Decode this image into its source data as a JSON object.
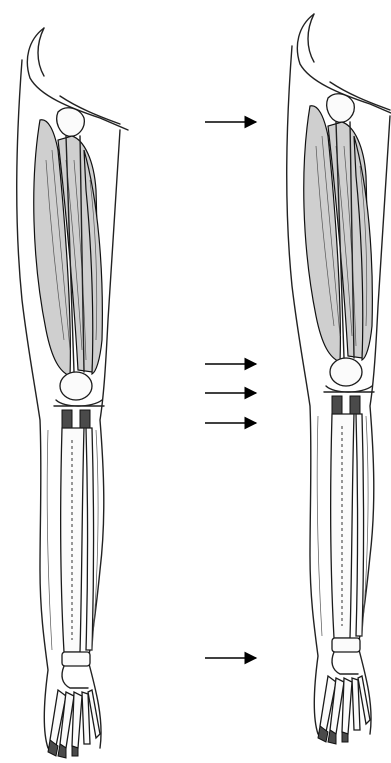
{
  "colors": {
    "background": "#ffffff",
    "ink": "#000000",
    "shading": "#cfcfcf"
  },
  "figures": [
    {
      "id": "leg-left",
      "depicts": "leg-anatomy-illustration"
    },
    {
      "id": "leg-right",
      "depicts": "leg-anatomy-illustration"
    }
  ],
  "arrows": [
    {
      "id": "arrow-hip"
    },
    {
      "id": "arrow-knee-upper"
    },
    {
      "id": "arrow-knee-middle"
    },
    {
      "id": "arrow-knee-lower"
    },
    {
      "id": "arrow-ankle"
    }
  ]
}
